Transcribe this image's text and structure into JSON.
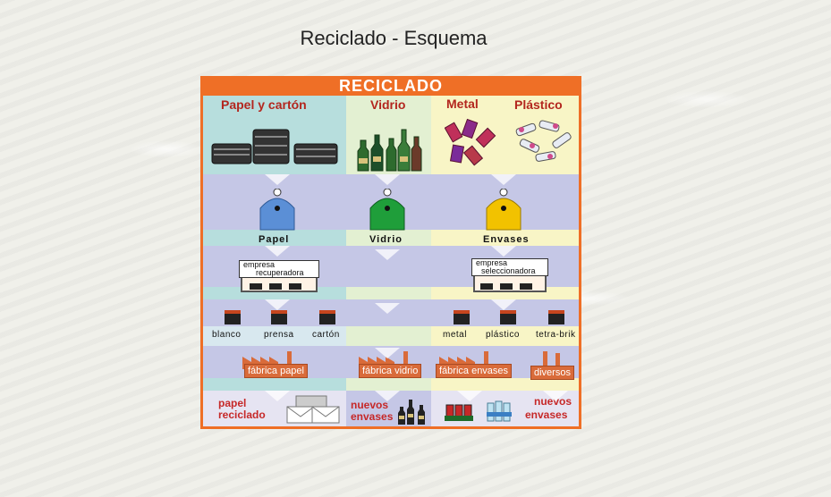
{
  "page": {
    "title": "Reciclado - Esquema"
  },
  "panel": {
    "heading": "RECICLADO"
  },
  "categories": {
    "paper": "Papel y cartón",
    "glass": "Vidrio",
    "metal": "Metal",
    "plastic": "Plástico"
  },
  "bins": {
    "paper": "Papel",
    "glass": "Vidrio",
    "packaging": "Envases"
  },
  "bin_colors": {
    "paper": "#5b8fd6",
    "glass": "#1f9e3a",
    "packaging": "#f2c200"
  },
  "plants": {
    "recovery": {
      "line1": "empresa",
      "line2": "recuperadora"
    },
    "sorting": {
      "line1": "empresa",
      "line2": "seleccionadora"
    }
  },
  "sorted": [
    "blanco",
    "prensa",
    "cartón",
    "metal",
    "plástico",
    "tetra-brik"
  ],
  "factories": {
    "paper": "fábrica papel",
    "glass": "fábrica vidrio",
    "packaging": "fábrica envases",
    "various": "diversos"
  },
  "products": {
    "paper_l1": "papel",
    "paper_l2": "reciclado",
    "glass_l1": "nuevos",
    "glass_l2": "envases",
    "plastic_l1": "nuevos",
    "plastic_l2": "envases"
  }
}
